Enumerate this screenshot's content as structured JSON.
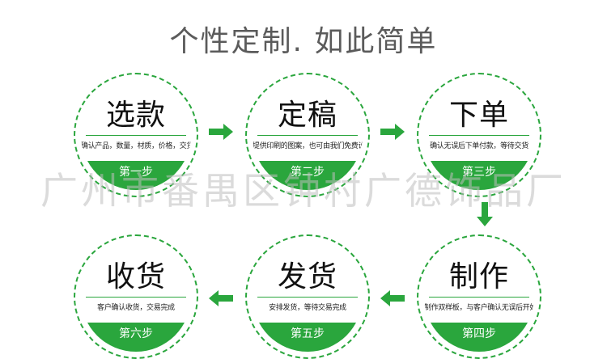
{
  "title": "个性定制. 如此简单",
  "watermark": "广州市番禺区钟村广德饰品厂",
  "accent_color": "#2aa63d",
  "steps": [
    {
      "title": "选款",
      "desc": "确认产品，数量，材质，价格，交货时间",
      "step": "第一步"
    },
    {
      "title": "定稿",
      "desc": "提供印刷的图案，也可由我们免费设计",
      "step": "第二步"
    },
    {
      "title": "下单",
      "desc": "确认无误后下单付款，等待交货",
      "step": "第三步"
    },
    {
      "title": "制作",
      "desc": "制作双样板，与客户确认无误后开始制作",
      "step": "第四步"
    },
    {
      "title": "发货",
      "desc": "安排发货，等待交易完成",
      "step": "第五步"
    },
    {
      "title": "收货",
      "desc": "客户确认收货，交易完成",
      "step": "第六步"
    }
  ],
  "arrows": [
    "arrow-right-icon",
    "arrow-right-icon",
    "arrow-down-icon",
    "arrow-left-icon",
    "arrow-left-icon"
  ]
}
